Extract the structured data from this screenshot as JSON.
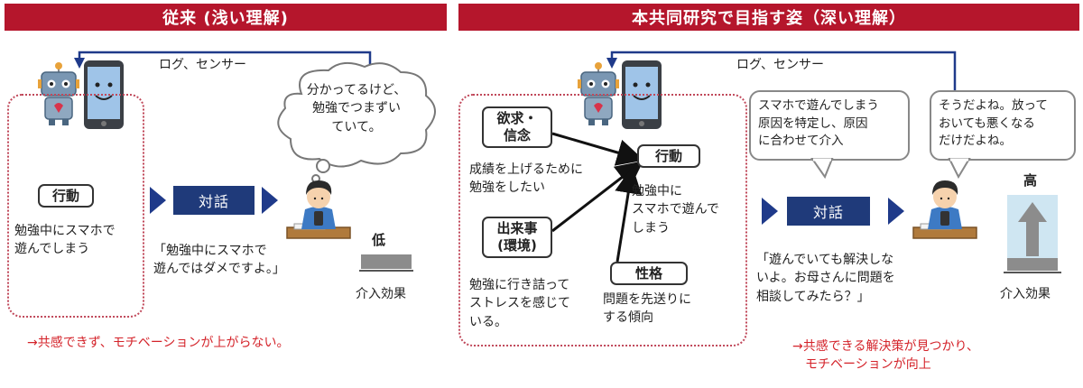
{
  "left": {
    "header": "従来 (浅い理解)",
    "log_label": "ログ、センサー",
    "thought": "分かってるけど、\n勉強でつまずい\nていて。",
    "action_label": "行動",
    "action_text": "勉強中にスマホで\n遊んでしまう",
    "dialogue_label": "対話",
    "speech": "「勉強中にスマホで\n遊んではダメですよ。」",
    "level_label": "低",
    "effect_label": "介入効果",
    "conclusion": "→共感できず、モチベーションが上がらない。"
  },
  "right": {
    "header": "本共同研究で目指す姿（深い理解）",
    "log_label": "ログ、センサー",
    "desire_label": "欲求・\n信念",
    "desire_text": "成績を上げるために\n勉強をしたい",
    "event_label": "出来事\n(環境)",
    "event_text": "勉強に行き詰って\nストレスを感じて\nいる。",
    "action_label": "行動",
    "action_text": "勉強中に\nスマホで遊んで\nしまう",
    "personality_label": "性格",
    "personality_text": "問題を先送りに\nする傾向",
    "bubble1": "スマホで遊んでしまう\n原因を特定し、原因\nに合わせて介入",
    "bubble2": "そうだよね。放って\nおいても悪くなる\nだけだよね。",
    "dialogue_label": "対話",
    "speech": "「遊んでいても解決しな\nいよ。お母さんに問題を\n相談してみたら？」",
    "level_label": "高",
    "effect_label": "介入効果",
    "conclusion": "→共感できる解決策が見つかり、\n　モチベーションが向上"
  },
  "colors": {
    "header_bg": "#b5162c",
    "navy": "#1f3a7a",
    "arrow_blue": "#1f3a8a",
    "dotted_border": "#c0485a",
    "conclusion_red": "#d4232a"
  },
  "icons": [
    "robot-icon",
    "smartphone-icon",
    "student-icon",
    "thought-bubble-icon",
    "chevron-right-icon",
    "effect-bar-icon",
    "up-arrow-icon"
  ]
}
